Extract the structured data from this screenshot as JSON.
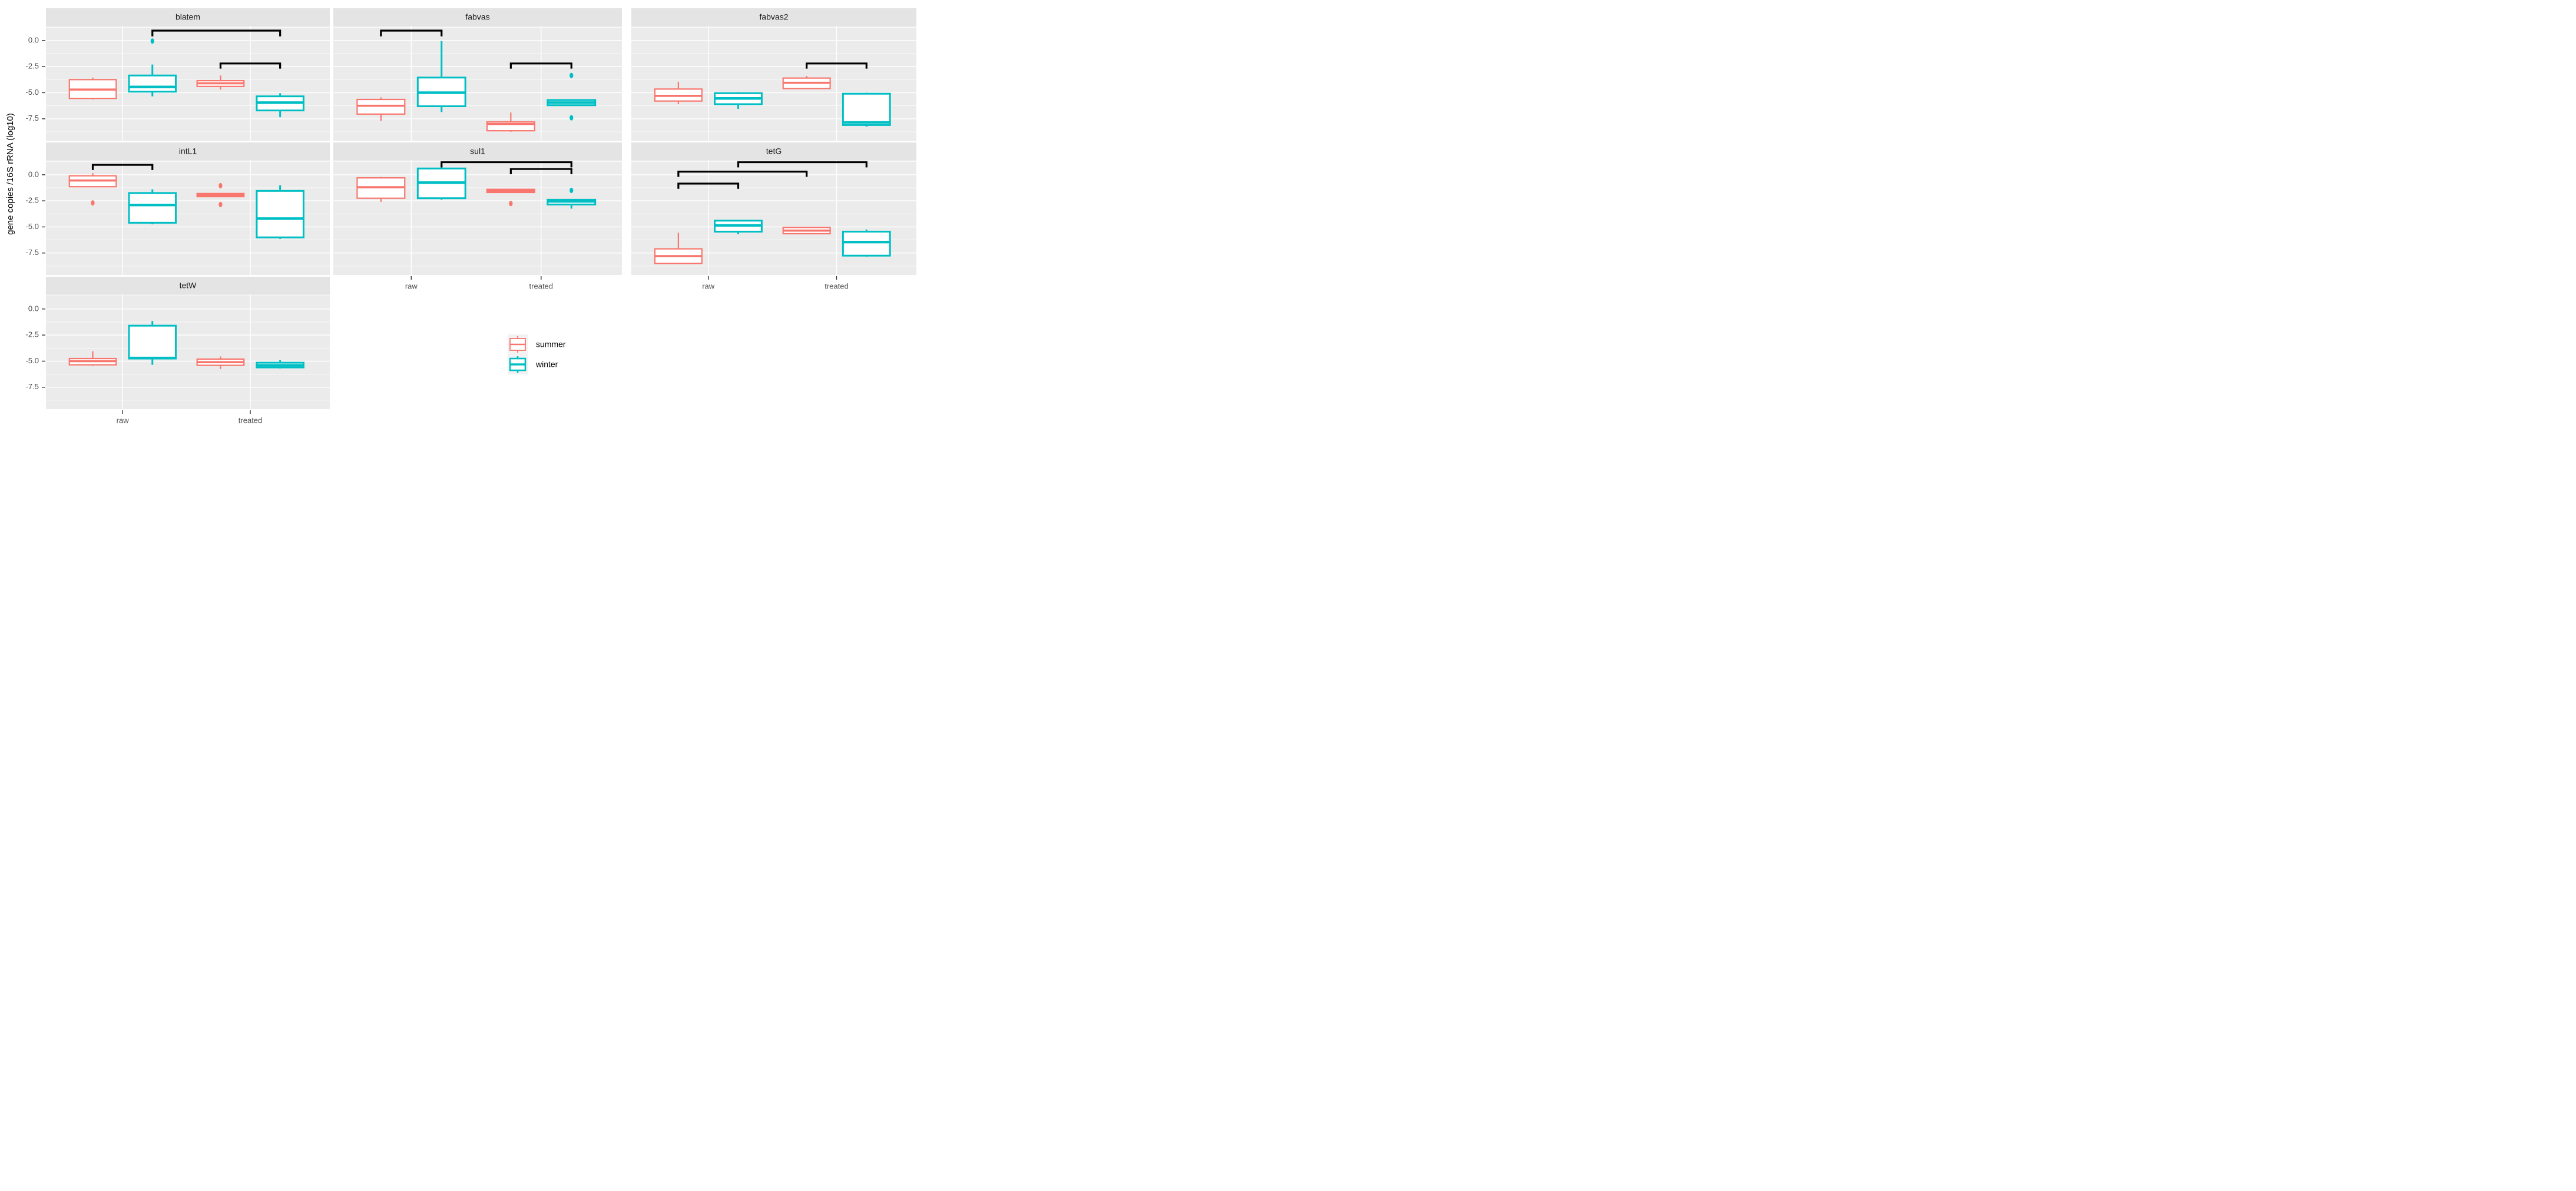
{
  "chart_data": {
    "type": "box",
    "title": "",
    "xlabel": "",
    "ylabel": "gene copies /16S rRNA (log10)",
    "ylim": [
      -9.6,
      1.4
    ],
    "yticks": [
      0.0,
      -2.5,
      -5.0,
      -7.5
    ],
    "ytick_labels": [
      "0.0",
      "-2.5",
      "-5.0",
      "-7.5"
    ],
    "y_minor_ticks": [
      1.25,
      -1.25,
      -3.75,
      -6.25,
      -8.75
    ],
    "categories": [
      "raw",
      "treated"
    ],
    "grid": true,
    "legend_position": "center-bottom",
    "legend": [
      {
        "name": "summer",
        "color": "#F8766D"
      },
      {
        "name": "winter",
        "color": "#00BFC4"
      }
    ],
    "facet_layout": {
      "rows": 3,
      "cols": 3
    },
    "facets": [
      {
        "name": "blatem",
        "row": 0,
        "col": 0,
        "boxes": [
          {
            "group": "raw",
            "series": "summer",
            "min": -5.65,
            "q1": -5.55,
            "median": -4.7,
            "q3": -3.75,
            "max": -3.55,
            "outliers": []
          },
          {
            "group": "raw",
            "series": "winter",
            "min": -5.35,
            "q1": -4.9,
            "median": -4.45,
            "q3": -3.35,
            "max": -2.3,
            "outliers": [
              -0.05
            ]
          },
          {
            "group": "treated",
            "series": "summer",
            "min": -4.7,
            "q1": -4.4,
            "median": -4.1,
            "q3": -3.85,
            "max": -3.35,
            "outliers": []
          },
          {
            "group": "treated",
            "series": "winter",
            "min": -7.35,
            "q1": -6.7,
            "median": -5.95,
            "q3": -5.35,
            "max": -5.05,
            "outliers": []
          }
        ],
        "brackets": [
          {
            "x1": "raw.winter",
            "x2": "treated.winter",
            "y": 0.95,
            "drop": 0.55
          },
          {
            "x1": "treated.summer",
            "x2": "treated.winter",
            "y": -2.2,
            "drop": 0.5
          }
        ]
      },
      {
        "name": "fabvas",
        "row": 0,
        "col": 1,
        "boxes": [
          {
            "group": "raw",
            "series": "summer",
            "min": -7.7,
            "q1": -7.05,
            "median": -6.25,
            "q3": -5.65,
            "max": -5.45,
            "outliers": []
          },
          {
            "group": "raw",
            "series": "winter",
            "min": -6.85,
            "q1": -6.3,
            "median": -5.0,
            "q3": -3.55,
            "max": -0.05,
            "outliers": []
          },
          {
            "group": "treated",
            "series": "summer",
            "min": -8.75,
            "q1": -8.65,
            "median": -8.0,
            "q3": -7.8,
            "max": -6.9,
            "outliers": []
          },
          {
            "group": "treated",
            "series": "winter",
            "min": -6.2,
            "q1": -6.2,
            "median": -5.95,
            "q3": -5.7,
            "max": -5.7,
            "outliers": [
              -3.35,
              -7.4
            ]
          }
        ],
        "brackets": [
          {
            "x1": "raw.summer",
            "x2": "raw.winter",
            "y": 0.95,
            "drop": 0.55
          },
          {
            "x1": "treated.summer",
            "x2": "treated.winter",
            "y": -2.2,
            "drop": 0.5
          }
        ]
      },
      {
        "name": "fabvas2",
        "row": 0,
        "col": 2,
        "boxes": [
          {
            "group": "raw",
            "series": "summer",
            "min": -6.1,
            "q1": -5.8,
            "median": -5.3,
            "q3": -4.65,
            "max": -3.95,
            "outliers": []
          },
          {
            "group": "raw",
            "series": "winter",
            "min": -6.55,
            "q1": -6.1,
            "median": -5.55,
            "q3": -5.05,
            "max": -4.95,
            "outliers": []
          },
          {
            "group": "treated",
            "series": "summer",
            "min": -4.65,
            "q1": -4.6,
            "median": -4.05,
            "q3": -3.6,
            "max": -3.4,
            "outliers": []
          },
          {
            "group": "treated",
            "series": "winter",
            "min": -8.25,
            "q1": -8.1,
            "median": -7.85,
            "q3": -5.1,
            "max": -5.0,
            "outliers": []
          }
        ],
        "brackets": [
          {
            "x1": "treated.summer",
            "x2": "treated.winter",
            "y": -2.2,
            "drop": 0.5
          }
        ]
      },
      {
        "name": "intL1",
        "row": 1,
        "col": 0,
        "boxes": [
          {
            "group": "raw",
            "series": "summer",
            "min": -1.2,
            "q1": -1.15,
            "median": -0.55,
            "q3": -0.1,
            "max": 0.15,
            "outliers": [
              -2.7
            ]
          },
          {
            "group": "raw",
            "series": "winter",
            "min": -4.75,
            "q1": -4.6,
            "median": -2.9,
            "q3": -1.75,
            "max": -1.4,
            "outliers": []
          },
          {
            "group": "treated",
            "series": "summer",
            "min": -2.1,
            "q1": -2.1,
            "median": -1.95,
            "q3": -1.8,
            "max": -1.8,
            "outliers": [
              -1.05,
              -2.85
            ]
          },
          {
            "group": "treated",
            "series": "winter",
            "min": -6.15,
            "q1": -6.0,
            "median": -4.2,
            "q3": -1.55,
            "max": -1.0,
            "outliers": []
          }
        ],
        "brackets": [
          {
            "x1": "raw.summer",
            "x2": "raw.winter",
            "y": 0.95,
            "drop": 0.5
          }
        ]
      },
      {
        "name": "sul1",
        "row": 1,
        "col": 1,
        "boxes": [
          {
            "group": "raw",
            "series": "summer",
            "min": -2.6,
            "q1": -2.25,
            "median": -1.2,
            "q3": -0.3,
            "max": -0.2,
            "outliers": []
          },
          {
            "group": "raw",
            "series": "winter",
            "min": -2.4,
            "q1": -2.25,
            "median": -0.75,
            "q3": 0.6,
            "max": 0.9,
            "outliers": []
          },
          {
            "group": "treated",
            "series": "summer",
            "min": -1.7,
            "q1": -1.7,
            "median": -1.55,
            "q3": -1.4,
            "max": -1.35,
            "outliers": [
              -2.75
            ]
          },
          {
            "group": "treated",
            "series": "winter",
            "min": -3.25,
            "q1": -2.85,
            "median": -2.55,
            "q3": -2.4,
            "max": -2.4,
            "outliers": [
              -1.5
            ]
          }
        ],
        "brackets": [
          {
            "x1": "raw.winter",
            "x2": "treated.winter",
            "y": 1.2,
            "drop": 0.5
          },
          {
            "x1": "treated.summer",
            "x2": "treated.winter",
            "y": 0.55,
            "drop": 0.5
          }
        ]
      },
      {
        "name": "tetG",
        "row": 1,
        "col": 2,
        "boxes": [
          {
            "group": "raw",
            "series": "summer",
            "min": -8.55,
            "q1": -8.5,
            "median": -7.8,
            "q3": -7.1,
            "max": -5.55,
            "outliers": []
          },
          {
            "group": "raw",
            "series": "winter",
            "min": -5.7,
            "q1": -5.45,
            "median": -4.85,
            "q3": -4.4,
            "max": -4.35,
            "outliers": []
          },
          {
            "group": "treated",
            "series": "summer",
            "min": -5.7,
            "q1": -5.65,
            "median": -5.35,
            "q3": -5.05,
            "max": -5.0,
            "outliers": []
          },
          {
            "group": "treated",
            "series": "winter",
            "min": -7.85,
            "q1": -7.75,
            "median": -6.45,
            "q3": -5.45,
            "max": -5.25,
            "outliers": []
          }
        ],
        "brackets": [
          {
            "x1": "raw.winter",
            "x2": "treated.winter",
            "y": 1.2,
            "drop": 0.5
          },
          {
            "x1": "raw.summer",
            "x2": "treated.summer",
            "y": 0.3,
            "drop": 0.5
          },
          {
            "x1": "raw.summer",
            "x2": "raw.winter",
            "y": -0.85,
            "drop": 0.5
          }
        ]
      },
      {
        "name": "tetW",
        "row": 2,
        "col": 0,
        "boxes": [
          {
            "group": "raw",
            "series": "summer",
            "min": -5.45,
            "q1": -5.35,
            "median": -5.0,
            "q3": -4.75,
            "max": -4.05,
            "outliers": []
          },
          {
            "group": "raw",
            "series": "winter",
            "min": -5.35,
            "q1": -4.75,
            "median": -4.7,
            "q3": -1.6,
            "max": -1.15,
            "outliers": []
          },
          {
            "group": "treated",
            "series": "summer",
            "min": -5.75,
            "q1": -5.4,
            "median": -5.1,
            "q3": -4.8,
            "max": -4.55,
            "outliers": []
          },
          {
            "group": "treated",
            "series": "winter",
            "min": -5.7,
            "q1": -5.6,
            "median": -5.4,
            "q3": -5.15,
            "max": -4.9,
            "outliers": []
          }
        ],
        "brackets": []
      }
    ]
  },
  "axis": {
    "y_title": "gene copies /16S rRNA (log10)",
    "y_ticks": [
      "0.0",
      "-2.5",
      "-5.0",
      "-7.5"
    ],
    "x_ticks": [
      "raw",
      "treated"
    ]
  },
  "legend": {
    "items": [
      {
        "label": "summer",
        "color": "#F8766D"
      },
      {
        "label": "winter",
        "color": "#00BFC4"
      }
    ]
  },
  "facet_titles": [
    "blatem",
    "fabvas",
    "fabvas2",
    "intL1",
    "sul1",
    "tetG",
    "tetW"
  ],
  "colors": {
    "summer": "#F8766D",
    "winter": "#00BFC4",
    "panel_bg": "#EBEBEB",
    "strip_bg": "#E4E4E4",
    "grid": "#FFFFFF",
    "bracket": "#000000",
    "text": "#1A1A1A",
    "tick_text": "#4D4D4D"
  }
}
